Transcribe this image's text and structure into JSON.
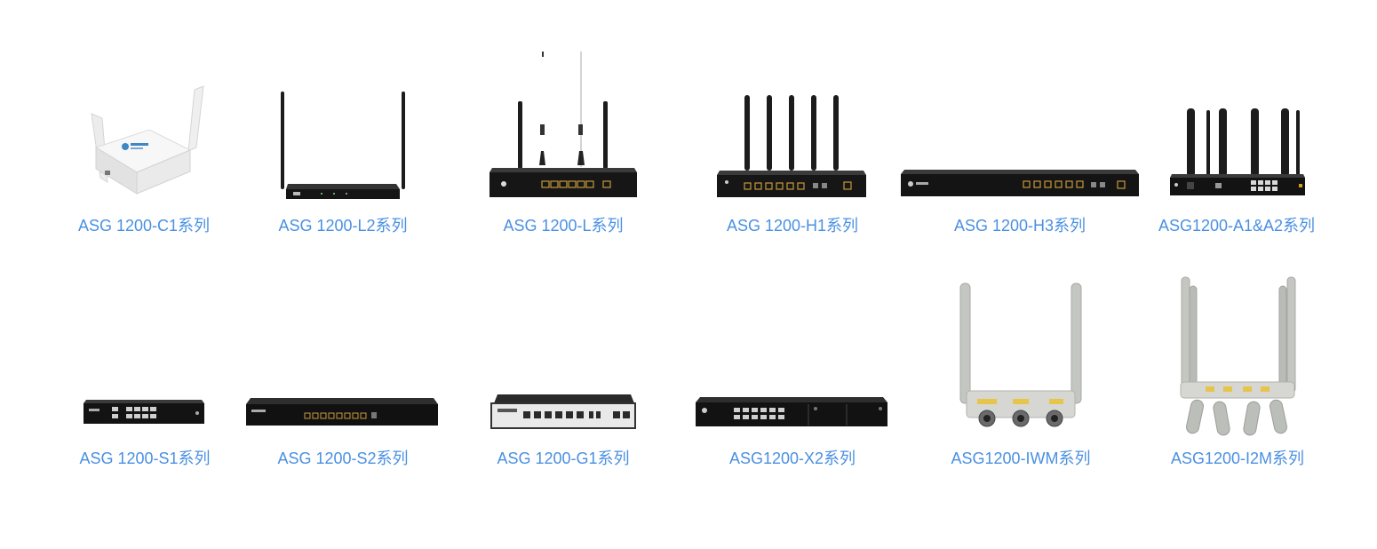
{
  "products": [
    {
      "id": "c1",
      "label": "ASG 1200-C1系列",
      "icon": "white-wifi-router"
    },
    {
      "id": "l2",
      "label": "ASG 1200-L2系列",
      "icon": "dual-antenna-router"
    },
    {
      "id": "l",
      "label": "ASG 1200-L系列",
      "icon": "multi-antenna-gateway"
    },
    {
      "id": "h1",
      "label": "ASG 1200-H1系列",
      "icon": "five-antenna-gateway"
    },
    {
      "id": "h3",
      "label": "ASG 1200-H3系列",
      "icon": "rackmount-gateway"
    },
    {
      "id": "a1a2",
      "label": "ASG1200-A1&A2系列",
      "icon": "six-antenna-gateway"
    },
    {
      "id": "s1",
      "label": "ASG 1200-S1系列",
      "icon": "compact-switch-gateway"
    },
    {
      "id": "s2",
      "label": "ASG 1200-S2系列",
      "icon": "rackmount-gateway"
    },
    {
      "id": "g1",
      "label": "ASG 1200-G1系列",
      "icon": "silver-panel-gateway"
    },
    {
      "id": "x2",
      "label": "ASG1200-X2系列",
      "icon": "rackmount-gateway"
    },
    {
      "id": "iwm",
      "label": "ASG1200-IWM系列",
      "icon": "outdoor-gateway"
    },
    {
      "id": "i2m",
      "label": "ASG1200-I2M系列",
      "icon": "outdoor-gateway"
    }
  ],
  "colors": {
    "label": "#4a90e2",
    "device_dark": "#1e1e1e",
    "port": "#c79a3a",
    "outdoor_body": "#d2d3cf",
    "outdoor_band": "#e7c44a"
  }
}
